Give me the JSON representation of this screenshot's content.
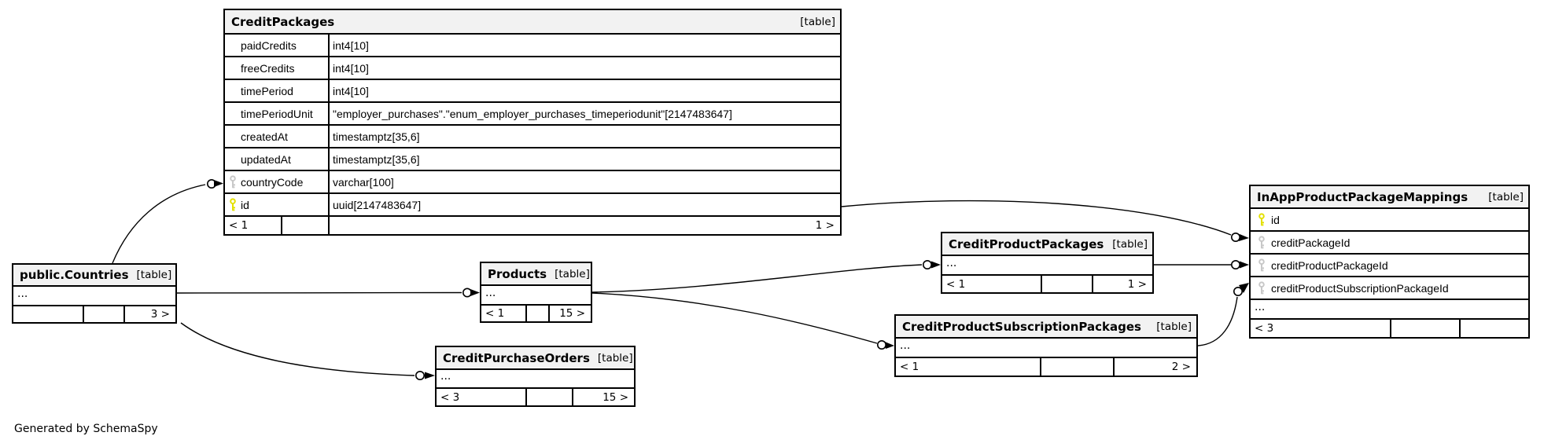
{
  "diagram": {
    "generator_note": "Generated by SchemaSpy",
    "badge_label": "[table]",
    "colors": {
      "header_bg": "#f2f2f2",
      "border": "#000000",
      "pk_key": "#e3e000",
      "fk_key": "#c8c8c8",
      "edge": "#000000"
    },
    "tables": {
      "credit_packages": {
        "name": "CreditPackages",
        "columns": [
          {
            "name": "paidCredits",
            "type": "int4[10]"
          },
          {
            "name": "freeCredits",
            "type": "int4[10]"
          },
          {
            "name": "timePeriod",
            "type": "int4[10]"
          },
          {
            "name": "timePeriodUnit",
            "type": "\"employer_purchases\".\"enum_employer_purchases_timeperiodunit\"[2147483647]"
          },
          {
            "name": "createdAt",
            "type": "timestamptz[35,6]"
          },
          {
            "name": "updatedAt",
            "type": "timestamptz[35,6]"
          },
          {
            "name": "countryCode",
            "type": "varchar[100]",
            "key": "fk"
          },
          {
            "name": "id",
            "type": "uuid[2147483647]",
            "key": "pk"
          }
        ],
        "footer": {
          "left": "< 1",
          "middle": "",
          "right": "1 >"
        }
      },
      "countries": {
        "name": "public.Countries",
        "ellipsis": "...",
        "footer": {
          "left": "",
          "middle": "",
          "right": "3 >"
        }
      },
      "products": {
        "name": "Products",
        "ellipsis": "...",
        "footer": {
          "left": "< 1",
          "middle": "",
          "right": "15 >"
        }
      },
      "credit_purchase_orders": {
        "name": "CreditPurchaseOrders",
        "ellipsis": "...",
        "footer": {
          "left": "< 3",
          "middle": "",
          "right": "15 >"
        }
      },
      "credit_product_packages": {
        "name": "CreditProductPackages",
        "ellipsis": "...",
        "footer": {
          "left": "< 1",
          "middle": "",
          "right": "1 >"
        }
      },
      "credit_product_subscription_packages": {
        "name": "CreditProductSubscriptionPackages",
        "ellipsis": "...",
        "footer": {
          "left": "< 1",
          "middle": "",
          "right": "2 >"
        }
      },
      "in_app_product_package_mappings": {
        "name": "InAppProductPackageMappings",
        "columns": [
          {
            "name": "id",
            "key": "pk"
          },
          {
            "name": "creditPackageId",
            "key": "fk"
          },
          {
            "name": "creditProductPackageId",
            "key": "fk"
          },
          {
            "name": "creditProductSubscriptionPackageId",
            "key": "fk"
          }
        ],
        "ellipsis": "...",
        "footer": {
          "left": "< 3",
          "middle": "",
          "right": ""
        }
      }
    }
  }
}
